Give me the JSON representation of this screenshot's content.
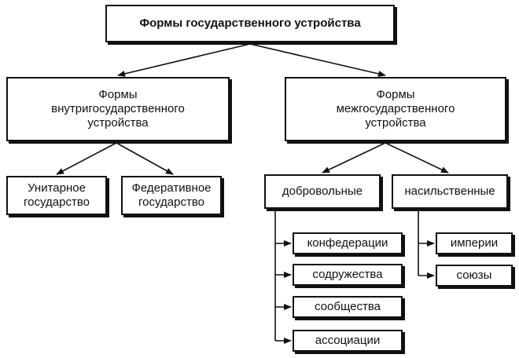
{
  "root": {
    "label": "Формы государственного устройства"
  },
  "internal": {
    "label": "Формы\nвнутригосударственного\nустройства",
    "children": [
      "Унитарное\nгосударство",
      "Федеративное\nгосударство"
    ]
  },
  "interstate": {
    "label": "Формы\nмежгосударственного\nустройства",
    "voluntary": {
      "label": "добровольные",
      "items": [
        "конфедерации",
        "содружества",
        "сообщества",
        "ассоциации"
      ]
    },
    "forced": {
      "label": "насильственные",
      "items": [
        "империи",
        "союзы"
      ]
    }
  }
}
